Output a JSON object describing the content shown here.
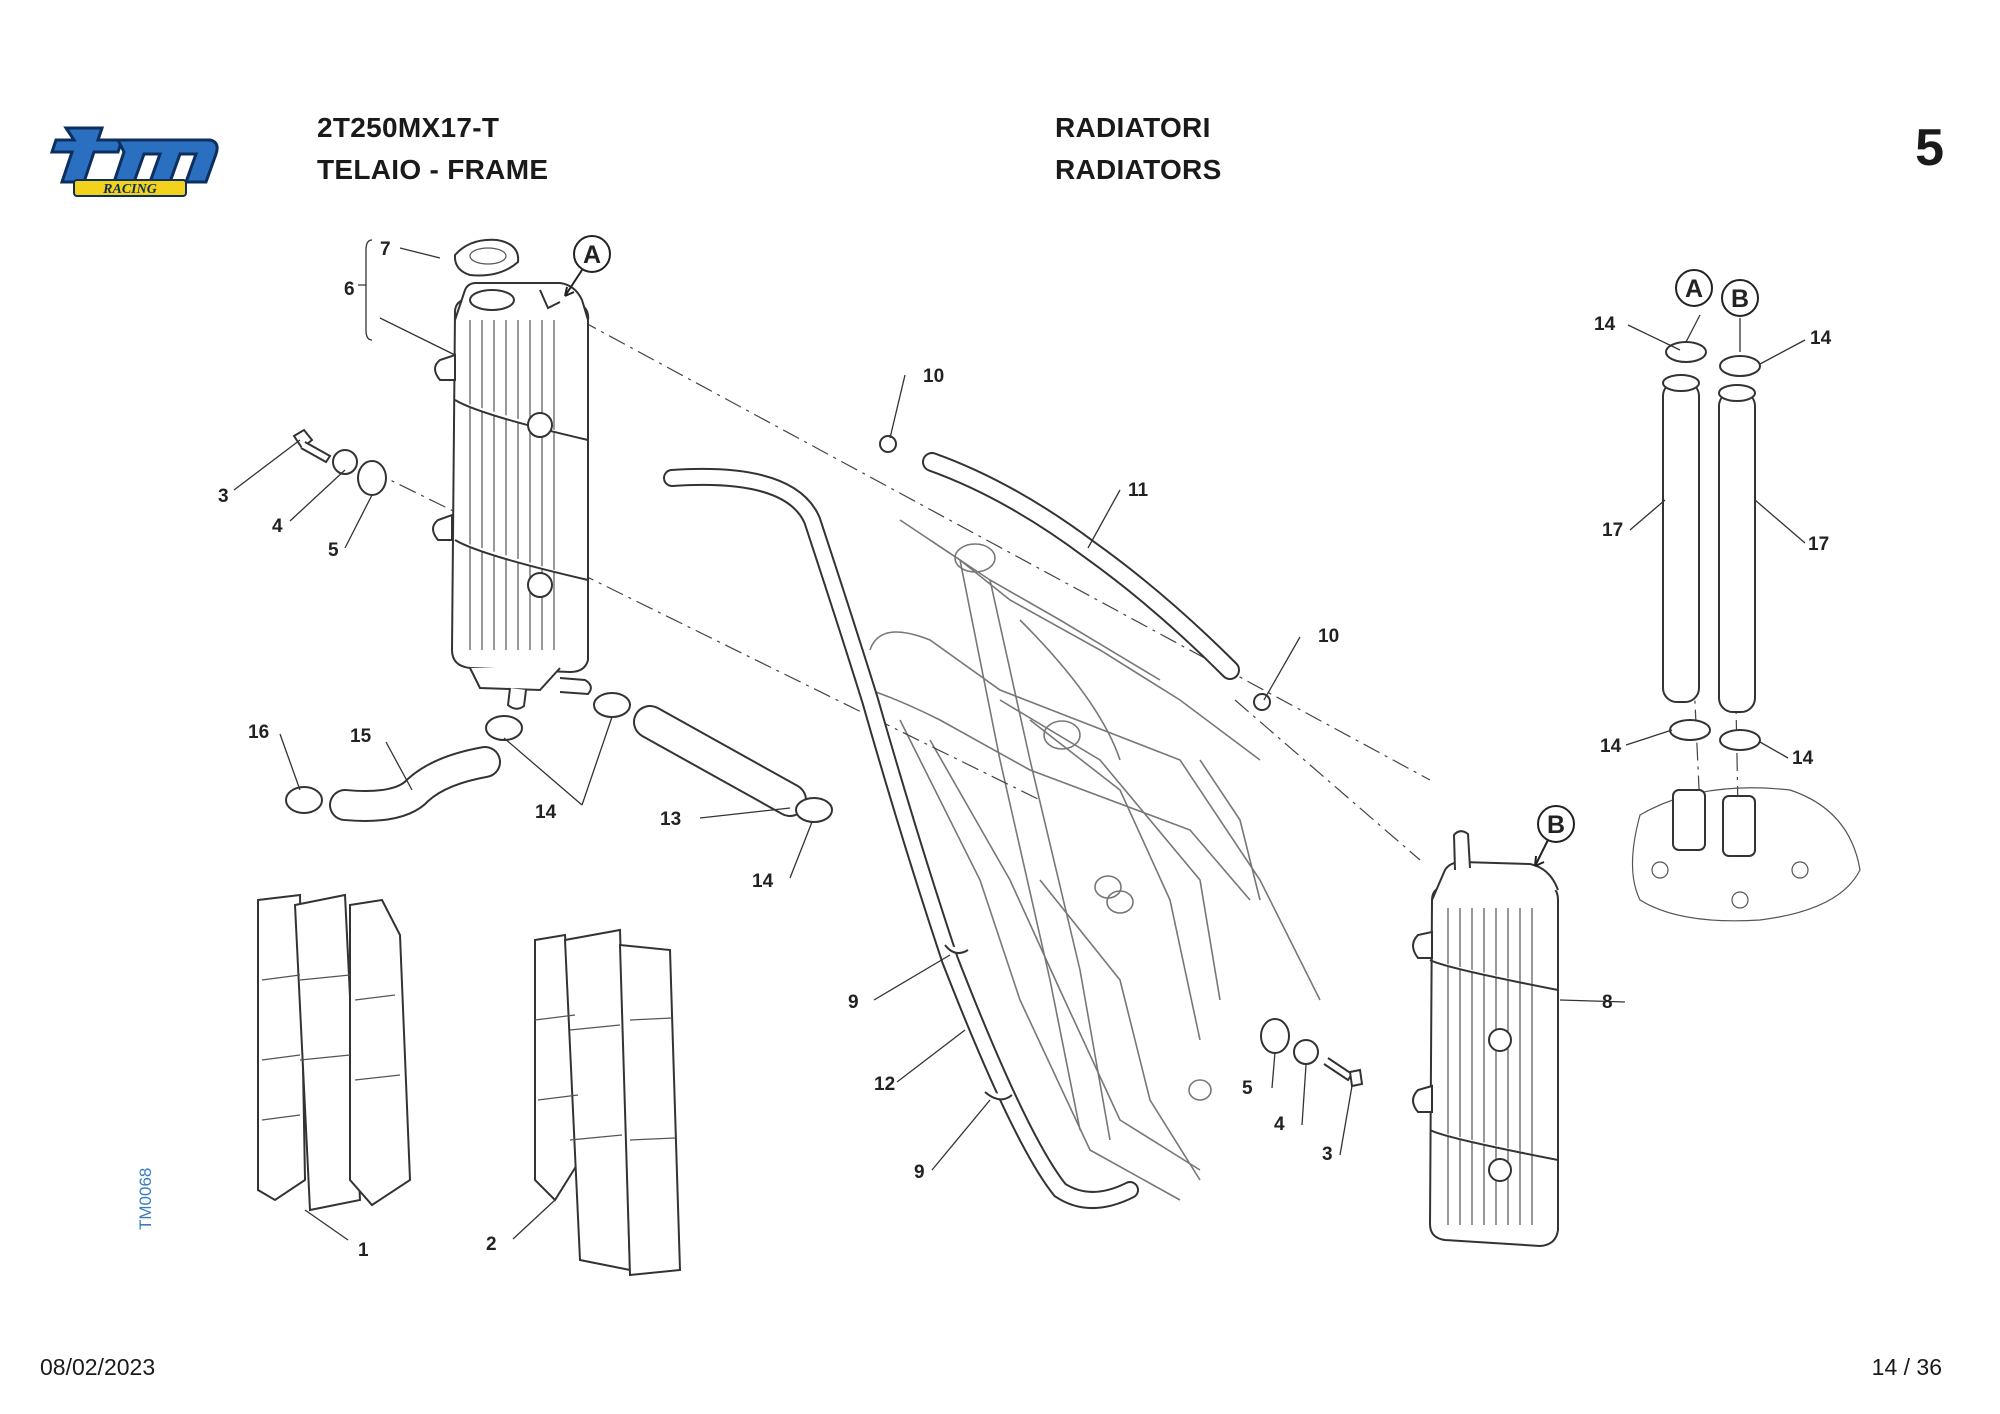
{
  "header": {
    "model": "2T250MX17-T",
    "section": "TELAIO - FRAME",
    "title_it": "RADIATORI",
    "title_en": "RADIATORS",
    "page_number": "5"
  },
  "logo": {
    "brand": "tm",
    "tagline": "RACING",
    "icon": "tm-racing-logo"
  },
  "footer": {
    "date": "08/02/2023",
    "pages": "14 / 36"
  },
  "drawing_code": "TM0068",
  "callouts": {
    "A": "A",
    "B": "B",
    "p1": "1",
    "p2": "2",
    "p3": "3",
    "p4": "4",
    "p5": "5",
    "p6": "6",
    "p7": "7",
    "p8": "8",
    "p9": "9",
    "p10": "10",
    "p11": "11",
    "p12": "12",
    "p13": "13",
    "p14": "14",
    "p15": "15",
    "p16": "16",
    "p17": "17"
  }
}
